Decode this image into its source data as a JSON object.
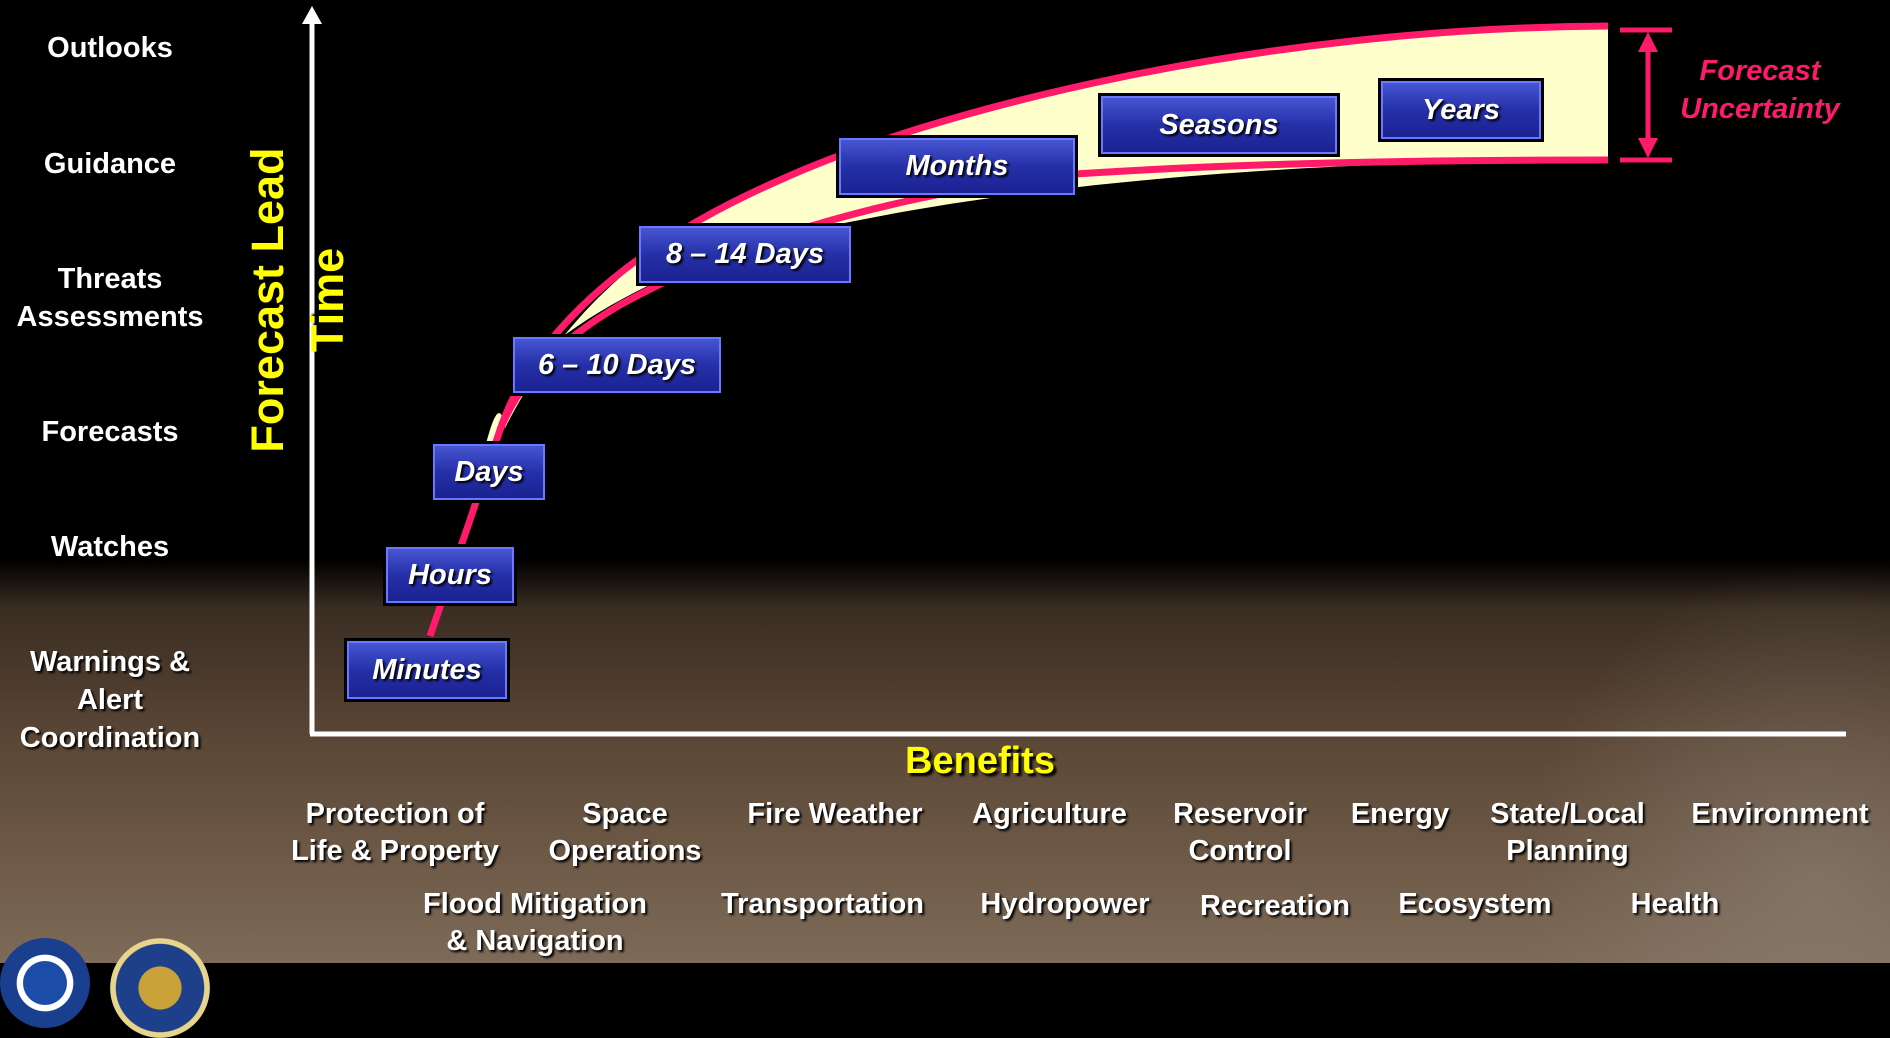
{
  "y_axis_title": "Forecast Lead Time",
  "product_levels": [
    "Outlooks",
    "Guidance",
    "Threats\nAssessments",
    "Forecasts",
    "Watches",
    "Warnings &\nAlert\nCoordination"
  ],
  "time_scales": [
    "Minutes",
    "Hours",
    "Days",
    "6 – 10 Days",
    "8 – 14 Days",
    "Months",
    "Seasons",
    "Years"
  ],
  "uncertainty_label": "Forecast\nUncertainty",
  "x_axis_title": "Benefits",
  "benefits_row1": [
    "Protection of\nLife & Property",
    "Space\nOperations",
    "Fire Weather",
    "Agriculture",
    "Reservoir\nControl",
    "Energy",
    "State/Local\nPlanning",
    "Environment"
  ],
  "benefits_row2": [
    "Flood Mitigation\n& Navigation",
    "Transportation",
    "Hydropower",
    "Recreation",
    "Ecosystem",
    "Health"
  ],
  "logos": [
    "noaa-logo",
    "department-of-commerce-seal"
  ],
  "colors": {
    "axis_title": "#ffff00",
    "box_fill": "#2a35b0",
    "band_fill": "#ffffcc",
    "band_edge": "#ff1a6a",
    "uncertainty": "#ff1a6a",
    "text": "#ffffff"
  }
}
